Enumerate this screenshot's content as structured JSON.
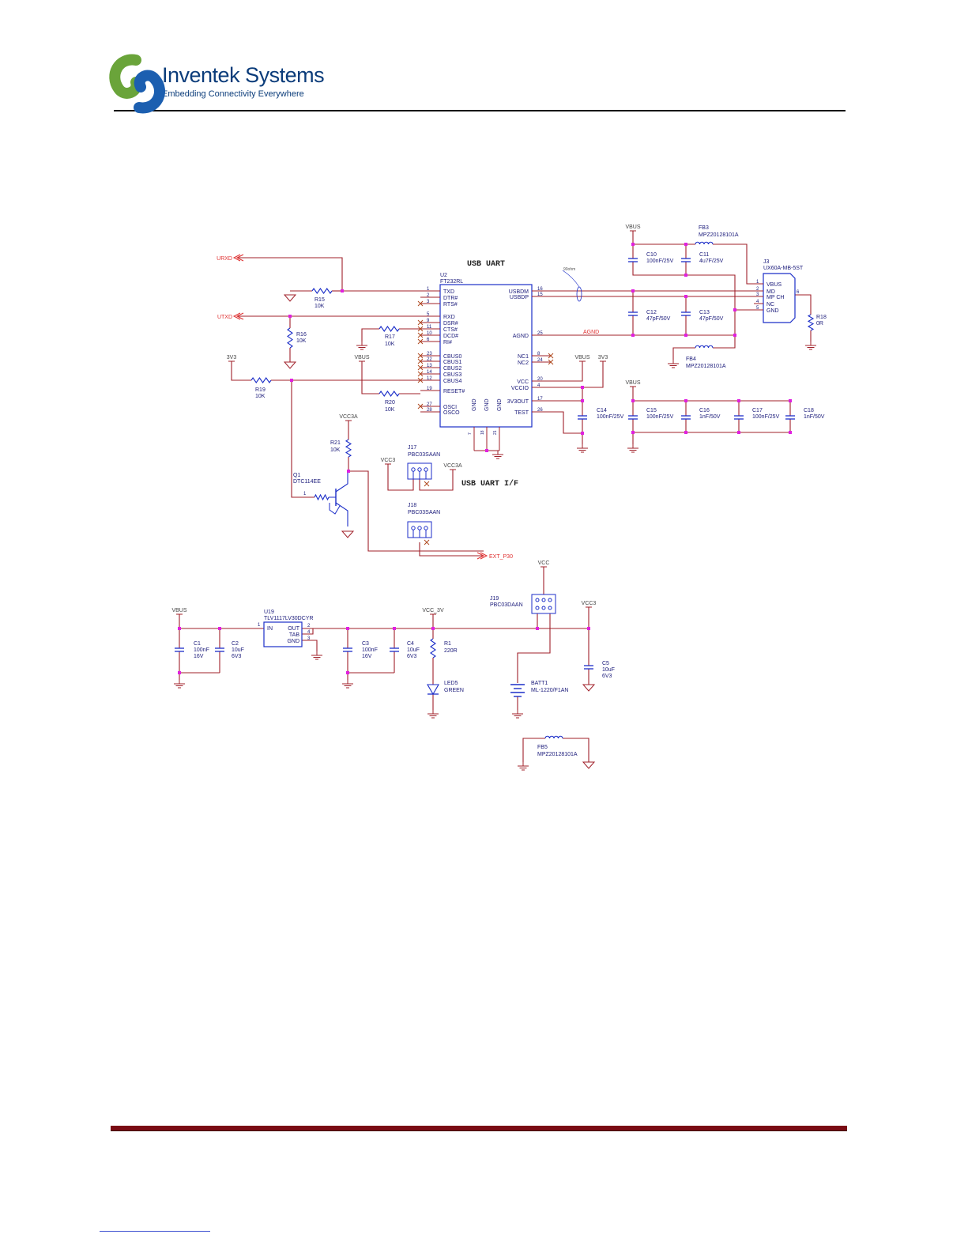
{
  "header": {
    "company": "Inventek Systems",
    "tagline": "Embedding Connectivity Everywhere"
  },
  "colors": {
    "wire": "#a0202a",
    "component": "#1c2ec8",
    "junction": "#e020e0",
    "net_label": "#e03030",
    "text": "#1a1a7a",
    "power_text": "#444444",
    "logo_green": "#6aa43a",
    "logo_blue": "#1c5fb0",
    "footer": "#7a0b14"
  },
  "schematic": {
    "title": "USB UART",
    "subtitle": "USB UART I/F",
    "impedance": "90ohm",
    "nets": {
      "urxd": "URXD",
      "utxd": "UTXD",
      "ext_p30": "EXT_P30",
      "agnd": "AGND"
    },
    "power": {
      "vbus": "VBUS",
      "v3v3": "3V3",
      "vcc3a": "VCC3A",
      "vcc3": "VCC3",
      "vcc": "VCC",
      "vcc_3v": "VCC_3V"
    },
    "u2": {
      "ref": "U2",
      "part": "FT232RL",
      "left_pins": [
        {
          "num": "1",
          "name": "TXD"
        },
        {
          "num": "2",
          "name": "DTR#"
        },
        {
          "num": "3",
          "name": "RTS#"
        },
        {
          "num": "5",
          "name": "RXD"
        },
        {
          "num": "9",
          "name": "DSR#"
        },
        {
          "num": "11",
          "name": "CTS#"
        },
        {
          "num": "10",
          "name": "DCD#"
        },
        {
          "num": "6",
          "name": "RI#"
        },
        {
          "num": "23",
          "name": "CBUS0"
        },
        {
          "num": "22",
          "name": "CBUS1"
        },
        {
          "num": "13",
          "name": "CBUS2"
        },
        {
          "num": "14",
          "name": "CBUS3"
        },
        {
          "num": "12",
          "name": "CBUS4"
        },
        {
          "num": "19",
          "name": "RESET#"
        },
        {
          "num": "27",
          "name": "OSCI"
        },
        {
          "num": "28",
          "name": "OSCO"
        }
      ],
      "right_pins": [
        {
          "num": "16",
          "name": "USBDM"
        },
        {
          "num": "15",
          "name": "USBDP"
        },
        {
          "num": "25",
          "name": "AGND"
        },
        {
          "num": "8",
          "name": "NC1"
        },
        {
          "num": "24",
          "name": "NC2"
        },
        {
          "num": "20",
          "name": "VCC"
        },
        {
          "num": "4",
          "name": "VCCIO"
        },
        {
          "num": "17",
          "name": "3V3OUT"
        },
        {
          "num": "26",
          "name": "TEST"
        }
      ],
      "gnd_pins": [
        {
          "num": "7",
          "name": "GND"
        },
        {
          "num": "18",
          "name": "GND"
        },
        {
          "num": "21",
          "name": "GND"
        }
      ]
    },
    "j3": {
      "ref": "J3",
      "part": "UX60A-MB-5ST",
      "pins": [
        {
          "num": "1",
          "name": "VBUS"
        },
        {
          "num": "2",
          "name": "MD"
        },
        {
          "num": "3",
          "name": "MP CH"
        },
        {
          "num": "4",
          "name": "NC"
        },
        {
          "num": "5",
          "name": "GND"
        }
      ],
      "shield_pin": "6"
    },
    "u19": {
      "ref": "U19",
      "part": "TLV1117LV30DCYR",
      "pins": [
        {
          "num": "1",
          "name": "IN"
        },
        {
          "num": "2",
          "name": "OUT"
        },
        {
          "num": "4",
          "name": "TAB"
        },
        {
          "num": "3",
          "name": "GND"
        }
      ]
    },
    "resistors": {
      "r15": {
        "ref": "R15",
        "value": "10K"
      },
      "r16": {
        "ref": "R16",
        "value": "10K"
      },
      "r17": {
        "ref": "R17",
        "value": "10K"
      },
      "r19": {
        "ref": "R19",
        "value": "10K"
      },
      "r20": {
        "ref": "R20",
        "value": "10K"
      },
      "r21": {
        "ref": "R21",
        "value": "10K"
      },
      "r18": {
        "ref": "R18",
        "value": "0R"
      },
      "r1": {
        "ref": "R1",
        "value": "220R"
      }
    },
    "capacitors": {
      "c10": {
        "ref": "C10",
        "value": "100nF/25V"
      },
      "c11": {
        "ref": "C11",
        "value": "4u7F/25V"
      },
      "c12": {
        "ref": "C12",
        "value": "47pF/50V"
      },
      "c13": {
        "ref": "C13",
        "value": "47pF/50V"
      },
      "c14": {
        "ref": "C14",
        "value": "100nF/25V"
      },
      "c15": {
        "ref": "C15",
        "value": "100nF/25V"
      },
      "c16": {
        "ref": "C16",
        "value": "1nF/50V"
      },
      "c17": {
        "ref": "C17",
        "value": "100nF/25V"
      },
      "c18": {
        "ref": "C18",
        "value": "1nF/50V"
      },
      "c1": {
        "ref": "C1",
        "value": "100nF",
        "rating": "16V"
      },
      "c2": {
        "ref": "C2",
        "value": "10uF",
        "rating": "6V3"
      },
      "c3": {
        "ref": "C3",
        "value": "100nF",
        "rating": "16V"
      },
      "c4": {
        "ref": "C4",
        "value": "10uF",
        "rating": "6V3"
      },
      "c5": {
        "ref": "C5",
        "value": "10uF",
        "rating": "6V3"
      }
    },
    "ferrites": {
      "fb3": {
        "ref": "FB3",
        "part": "MPZ20128101A"
      },
      "fb4": {
        "ref": "FB4",
        "part": "MPZ20128101A"
      },
      "fb5": {
        "ref": "FB5",
        "part": "MPZ20128101A"
      }
    },
    "q1": {
      "ref": "Q1",
      "part": "DTC114EE"
    },
    "j17": {
      "ref": "J17",
      "part": "PBC03SAAN"
    },
    "j18": {
      "ref": "J18",
      "part": "PBC03SAAN"
    },
    "j19": {
      "ref": "J19",
      "part": "PBC03DAAN"
    },
    "led5": {
      "ref": "LED5",
      "value": "GREEN"
    },
    "batt1": {
      "ref": "BATT1",
      "part": "ML-1220/F1AN"
    }
  }
}
